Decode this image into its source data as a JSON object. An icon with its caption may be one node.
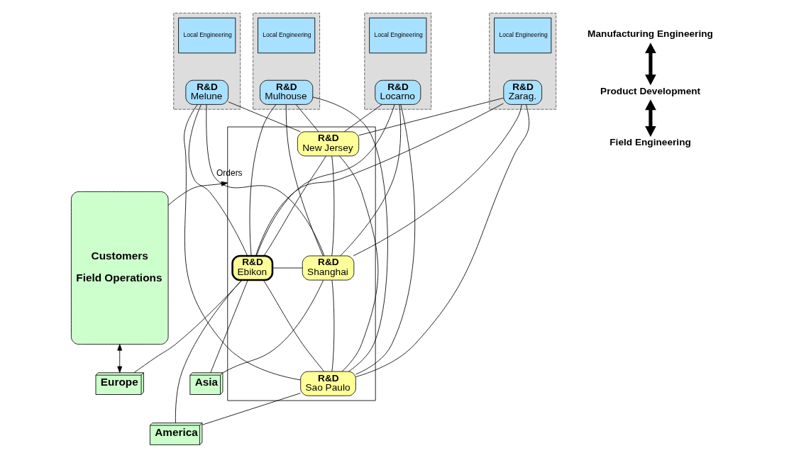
{
  "diagram": {
    "nodes": [
      {
        "text": [
          "Customers",
          "Field Operations"
        ]
      },
      {
        "text": [],
        "shape": "octagon"
      },
      {
        "text": [
          "Local Engineering"
        ],
        "in": 1
      },
      {
        "text": [
          "R&D",
          "Zarag."
        ],
        "in": 1
      },
      {
        "text": [],
        "shape": "octagon"
      },
      {
        "text": [
          "Local Engineering"
        ],
        "in": 4
      },
      {
        "text": [
          "R&D",
          "Mulhouse"
        ],
        "in": 4
      },
      {
        "text": [],
        "shape": "octagon"
      },
      {
        "text": [
          "Local Engineering"
        ],
        "in": 7
      },
      {
        "text": [
          "R&D",
          "Melune"
        ],
        "in": 7
      },
      {
        "text": [],
        "shape": "octagon"
      },
      {
        "text": [
          "Local Engineering"
        ],
        "in": 10
      },
      {
        "text": [
          "R&D",
          "Locarno"
        ],
        "in": 10
      },
      {
        "text": [],
        "shape": "box"
      },
      {
        "text": [
          "R&D",
          "New Jersey"
        ],
        "in": 13
      },
      {
        "text": [
          "R&D",
          "Ebikon"
        ],
        "in": 13
      },
      {
        "text": [
          "R&D",
          "Shanghai"
        ],
        "in": 13
      },
      {
        "text": [
          "R&D",
          "Sao Paulo"
        ],
        "in": 13
      },
      {
        "text": [
          "Europe"
        ]
      },
      {
        "text": [
          "America"
        ]
      },
      {
        "text": [
          "Asia"
        ]
      },
      {
        "text": [
          "Manufacturing Engineering"
        ]
      },
      {
        "text": [
          "Product Development"
        ]
      },
      {
        "text": [
          "Field Engineering"
        ]
      }
    ],
    "edges": [
      {
        "from": 3,
        "to": 15,
        "arrow": "none"
      },
      {
        "from": 3,
        "to": 14,
        "arrow": "none"
      },
      {
        "from": 3,
        "to": 17,
        "arrow": "none"
      },
      {
        "from": 3,
        "to": 16,
        "arrow": "none"
      },
      {
        "from": 6,
        "to": 15,
        "arrow": "none"
      },
      {
        "from": 6,
        "to": 14,
        "arrow": "none"
      },
      {
        "from": 6,
        "to": 17,
        "arrow": "none"
      },
      {
        "from": 6,
        "to": 16,
        "arrow": "none"
      },
      {
        "from": 9,
        "to": 15,
        "arrow": "none"
      },
      {
        "from": 9,
        "to": 14,
        "arrow": "none"
      },
      {
        "from": 9,
        "to": 17,
        "arrow": "none"
      },
      {
        "from": 9,
        "to": 16,
        "arrow": "none"
      },
      {
        "from": 12,
        "to": 15,
        "arrow": "none"
      },
      {
        "from": 12,
        "to": 14,
        "arrow": "none"
      },
      {
        "from": 12,
        "to": 17,
        "arrow": "none"
      },
      {
        "from": 12,
        "to": 16,
        "arrow": "none"
      },
      {
        "from": 15,
        "to": 14,
        "arrow": "none"
      },
      {
        "from": 15,
        "to": 16,
        "arrow": "none"
      },
      {
        "from": 15,
        "to": 17,
        "arrow": "none"
      },
      {
        "from": 14,
        "to": 16,
        "arrow": "none"
      },
      {
        "from": 14,
        "to": 17,
        "arrow": "none"
      },
      {
        "from": 16,
        "to": 17,
        "arrow": "none"
      },
      {
        "from": 15,
        "to": 18,
        "arrow": "none"
      },
      {
        "from": 15,
        "to": 19,
        "arrow": "none"
      },
      {
        "from": 15,
        "to": 20,
        "arrow": "none"
      },
      {
        "from": 17,
        "to": 19,
        "arrow": "none"
      },
      {
        "from": 16,
        "to": 20,
        "arrow": "none"
      },
      {
        "from": 0,
        "to": 13,
        "arrow": "to",
        "label": "Orders"
      },
      {
        "from": 0,
        "to": 18,
        "arrow": "both"
      },
      {
        "from": 21,
        "to": 22,
        "arrow": "both",
        "style": "thick"
      },
      {
        "from": 22,
        "to": 23,
        "arrow": "both",
        "style": "thick"
      }
    ]
  }
}
